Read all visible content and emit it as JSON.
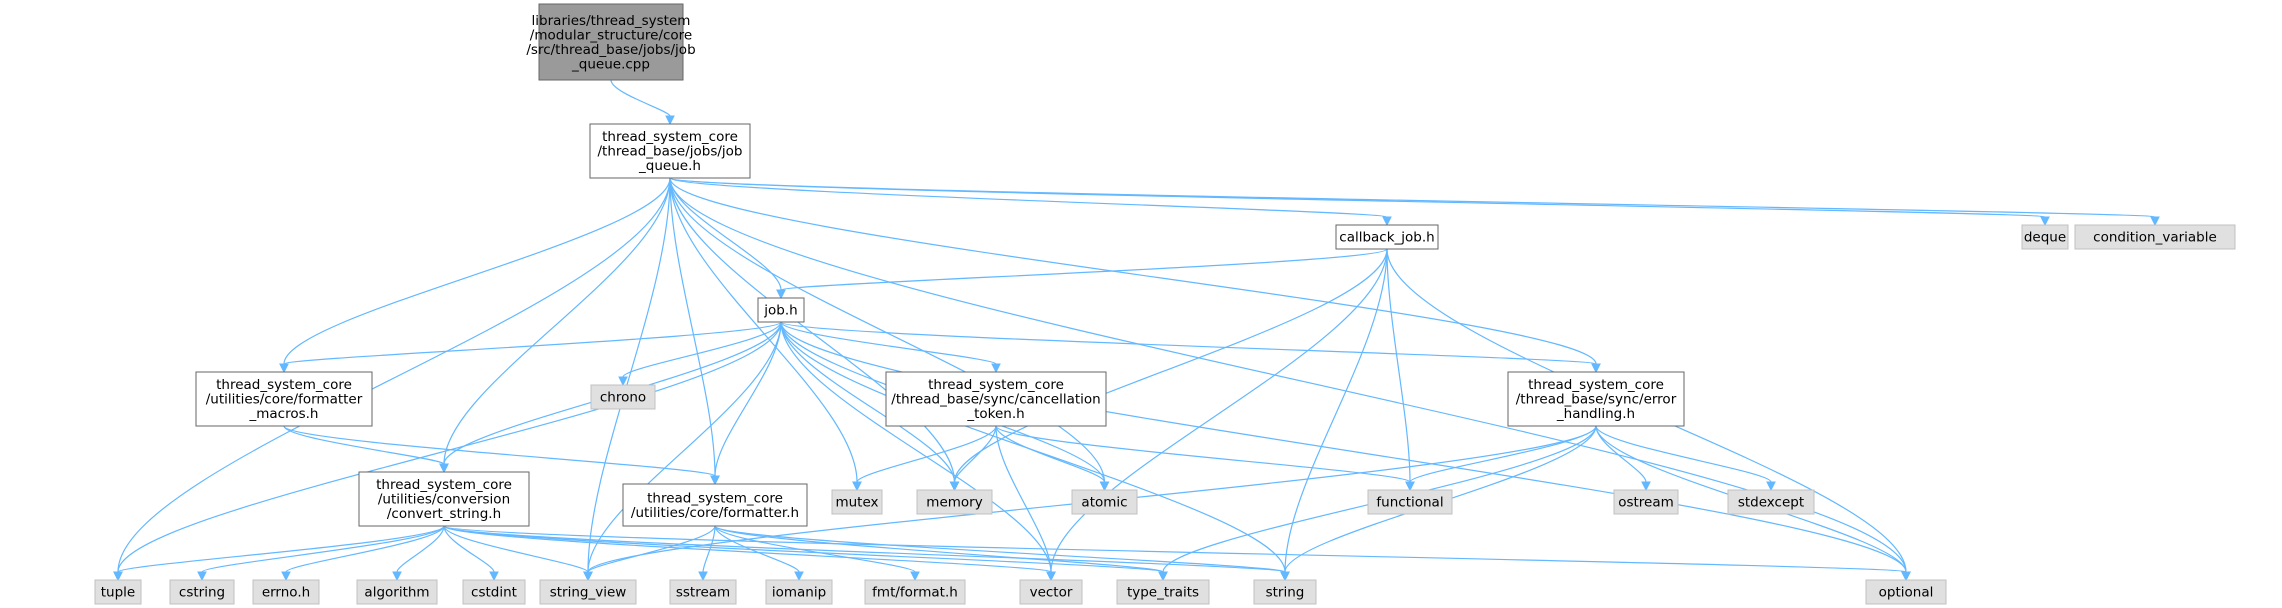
{
  "colors": {
    "edge": "#63b8ff",
    "root_fill": "#9a9a9a",
    "file_fill": "#ffffff",
    "external_fill": "#e0e0e0",
    "border": "#666666"
  },
  "nodes": [
    {
      "id": "root",
      "kind": "root",
      "lines": [
        "libraries/thread_system",
        "/modular_structure/core",
        "/src/thread_base/jobs/job",
        "_queue.cpp"
      ]
    },
    {
      "id": "jq",
      "kind": "file",
      "lines": [
        "thread_system_core",
        "/thread_base/jobs/job",
        "_queue.h"
      ]
    },
    {
      "id": "cbjob",
      "kind": "file",
      "lines": [
        "callback_job.h"
      ]
    },
    {
      "id": "deque",
      "kind": "ext",
      "lines": [
        "deque"
      ]
    },
    {
      "id": "condvar",
      "kind": "ext",
      "lines": [
        "condition_variable"
      ]
    },
    {
      "id": "job",
      "kind": "file",
      "lines": [
        "job.h"
      ]
    },
    {
      "id": "fmtmacros",
      "kind": "file",
      "lines": [
        "thread_system_core",
        "/utilities/core/formatter",
        "_macros.h"
      ]
    },
    {
      "id": "chrono",
      "kind": "ext",
      "lines": [
        "chrono"
      ]
    },
    {
      "id": "canceltok",
      "kind": "file",
      "lines": [
        "thread_system_core",
        "/thread_base/sync/cancellation",
        "_token.h"
      ]
    },
    {
      "id": "errhand",
      "kind": "file",
      "lines": [
        "thread_system_core",
        "/thread_base/sync/error",
        "_handling.h"
      ]
    },
    {
      "id": "convstr",
      "kind": "file",
      "lines": [
        "thread_system_core",
        "/utilities/conversion",
        "/convert_string.h"
      ]
    },
    {
      "id": "formatter",
      "kind": "file",
      "lines": [
        "thread_system_core",
        "/utilities/core/formatter.h"
      ]
    },
    {
      "id": "mutex",
      "kind": "ext",
      "lines": [
        "mutex"
      ]
    },
    {
      "id": "memory",
      "kind": "ext",
      "lines": [
        "memory"
      ]
    },
    {
      "id": "atomic",
      "kind": "ext",
      "lines": [
        "atomic"
      ]
    },
    {
      "id": "functional",
      "kind": "ext",
      "lines": [
        "functional"
      ]
    },
    {
      "id": "ostream",
      "kind": "ext",
      "lines": [
        "ostream"
      ]
    },
    {
      "id": "stdexcept",
      "kind": "ext",
      "lines": [
        "stdexcept"
      ]
    },
    {
      "id": "tuple",
      "kind": "ext",
      "lines": [
        "tuple"
      ]
    },
    {
      "id": "cstring",
      "kind": "ext",
      "lines": [
        "cstring"
      ]
    },
    {
      "id": "errno",
      "kind": "ext",
      "lines": [
        "errno.h"
      ]
    },
    {
      "id": "algorithm",
      "kind": "ext",
      "lines": [
        "algorithm"
      ]
    },
    {
      "id": "cstdint",
      "kind": "ext",
      "lines": [
        "cstdint"
      ]
    },
    {
      "id": "string_view",
      "kind": "ext",
      "lines": [
        "string_view"
      ]
    },
    {
      "id": "sstream",
      "kind": "ext",
      "lines": [
        "sstream"
      ]
    },
    {
      "id": "iomanip",
      "kind": "ext",
      "lines": [
        "iomanip"
      ]
    },
    {
      "id": "fmtformat",
      "kind": "ext",
      "lines": [
        "fmt/format.h"
      ]
    },
    {
      "id": "vector",
      "kind": "ext",
      "lines": [
        "vector"
      ]
    },
    {
      "id": "type_traits",
      "kind": "ext",
      "lines": [
        "type_traits"
      ]
    },
    {
      "id": "string",
      "kind": "ext",
      "lines": [
        "string"
      ]
    },
    {
      "id": "optional",
      "kind": "ext",
      "lines": [
        "optional"
      ]
    }
  ],
  "edges": [
    [
      "root",
      "jq"
    ],
    [
      "jq",
      "cbjob"
    ],
    [
      "jq",
      "deque"
    ],
    [
      "jq",
      "condvar"
    ],
    [
      "jq",
      "job"
    ],
    [
      "jq",
      "fmtmacros"
    ],
    [
      "jq",
      "errhand"
    ],
    [
      "jq",
      "convstr"
    ],
    [
      "jq",
      "formatter"
    ],
    [
      "jq",
      "mutex"
    ],
    [
      "jq",
      "memory"
    ],
    [
      "jq",
      "atomic"
    ],
    [
      "jq",
      "tuple"
    ],
    [
      "jq",
      "string_view"
    ],
    [
      "jq",
      "optional"
    ],
    [
      "cbjob",
      "job"
    ],
    [
      "cbjob",
      "memory"
    ],
    [
      "cbjob",
      "functional"
    ],
    [
      "cbjob",
      "vector"
    ],
    [
      "cbjob",
      "string"
    ],
    [
      "cbjob",
      "optional"
    ],
    [
      "job",
      "tuple"
    ],
    [
      "job",
      "fmtmacros"
    ],
    [
      "job",
      "chrono"
    ],
    [
      "job",
      "canceltok"
    ],
    [
      "job",
      "errhand"
    ],
    [
      "job",
      "convstr"
    ],
    [
      "job",
      "formatter"
    ],
    [
      "job",
      "memory"
    ],
    [
      "job",
      "atomic"
    ],
    [
      "job",
      "string_view"
    ],
    [
      "job",
      "vector"
    ],
    [
      "job",
      "string"
    ],
    [
      "job",
      "optional"
    ],
    [
      "fmtmacros",
      "convstr"
    ],
    [
      "fmtmacros",
      "formatter"
    ],
    [
      "canceltok",
      "mutex"
    ],
    [
      "canceltok",
      "memory"
    ],
    [
      "canceltok",
      "atomic"
    ],
    [
      "canceltok",
      "functional"
    ],
    [
      "canceltok",
      "vector"
    ],
    [
      "errhand",
      "functional"
    ],
    [
      "errhand",
      "ostream"
    ],
    [
      "errhand",
      "stdexcept"
    ],
    [
      "errhand",
      "optional"
    ],
    [
      "errhand",
      "string_view"
    ],
    [
      "errhand",
      "type_traits"
    ],
    [
      "errhand",
      "string"
    ],
    [
      "convstr",
      "tuple"
    ],
    [
      "convstr",
      "cstring"
    ],
    [
      "convstr",
      "errno"
    ],
    [
      "convstr",
      "algorithm"
    ],
    [
      "convstr",
      "cstdint"
    ],
    [
      "convstr",
      "string_view"
    ],
    [
      "convstr",
      "vector"
    ],
    [
      "convstr",
      "type_traits"
    ],
    [
      "convstr",
      "string"
    ],
    [
      "convstr",
      "optional"
    ],
    [
      "formatter",
      "string_view"
    ],
    [
      "formatter",
      "sstream"
    ],
    [
      "formatter",
      "iomanip"
    ],
    [
      "formatter",
      "fmtformat"
    ],
    [
      "formatter",
      "type_traits"
    ],
    [
      "formatter",
      "string"
    ]
  ]
}
